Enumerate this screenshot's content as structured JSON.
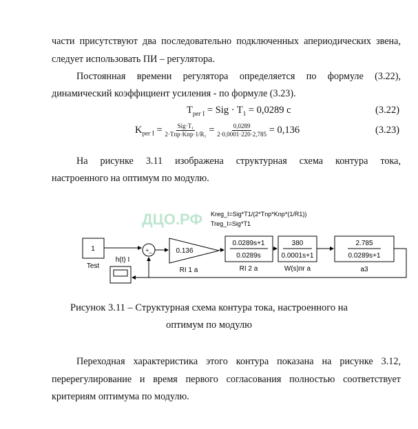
{
  "text": {
    "p1_l1": "части присутствуют два последовательно подключенных апериодических звена,",
    "p1_l2": "следует использовать ПИ – регулятора.",
    "p2_l1": "Постоянная времени регулятора определяется по формуле (3.22),",
    "p2_l2": "динамический коэффициент усиления - по формуле (3.23).",
    "p3_l1": "На рисунке 3.11 изображена структурная схема контура тока,",
    "p3_l2": "настроенного на оптимум по модулю.",
    "cap_l1": "Рисунок  3.11 – Структурная схема контура тока, настроенного на",
    "cap_l2": "оптимум по модулю",
    "p4_l1": "Переходная характеристика этого контура показана на рисунке 3.12,",
    "p4_l2": "перерегулирование и время первого согласования полностью соответствует",
    "p4_l3": "критериям оптимума по модулю."
  },
  "eq322": {
    "lhs": "T",
    "lhs_sub": "рег I",
    "mid": " = Sig · T",
    "mid_sub": "1",
    "rhs": " = 0,0289 с",
    "num": "(3.22)"
  },
  "eq323": {
    "lhs": "K",
    "lhs_sub": "рег I",
    "f1_num": "Sig·T₁",
    "f1_den": "2·Tпр·Kпр·1/R₁",
    "f2_num": "0,0289",
    "f2_den": "2·0,0001·220·2,785",
    "rhs": "= 0,136",
    "num": "(3.23)"
  },
  "diagram": {
    "watermark": "ДЦО.РФ",
    "note1": "Kreg_I=Sig*T1/(2*Tnp*Knp*(1/R1))",
    "note2": "Treg_I=Sig*T1",
    "test_value": "1",
    "test_label": "Test",
    "sum_signs": "+_",
    "gain_value": "0.136",
    "gain_label": "RI 1 a",
    "tf1_num": "0.0289s+1",
    "tf1_den": "0.0289s",
    "tf1_label": "RI 2 a",
    "tf2_num": "380",
    "tf2_den": "0.0001s+1",
    "tf2_label": "W(s)пr a",
    "tf3_num": "2.785",
    "tf3_den": "0.0289s+1",
    "tf3_label": "a3",
    "scope_label": "h(t) I"
  }
}
